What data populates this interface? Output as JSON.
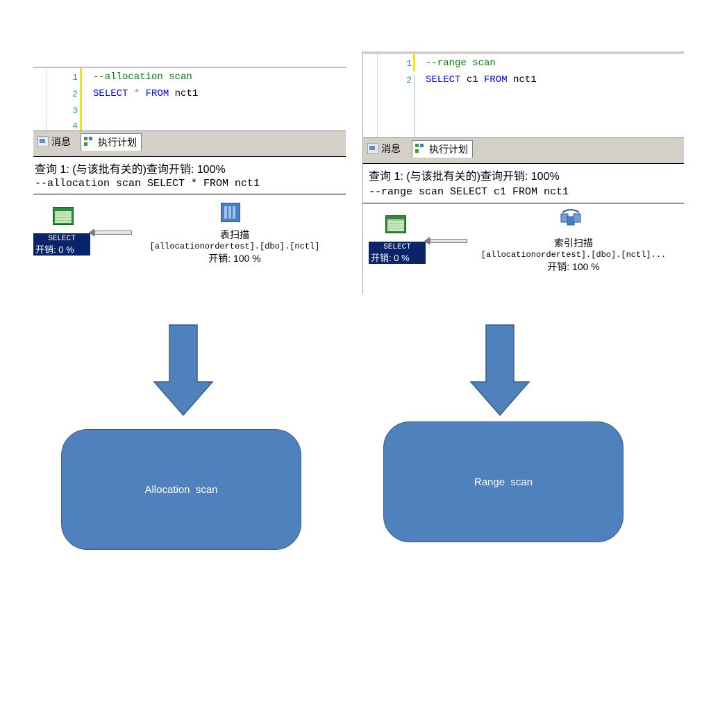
{
  "left": {
    "code_lines": [
      {
        "num": "1",
        "text": "--allocation scan",
        "kind": "comment"
      },
      {
        "num": "2",
        "kw1": "SELECT",
        "mid": " * ",
        "kw2": "FROM",
        "rest": " nct1"
      },
      {
        "num": "3"
      },
      {
        "num": "4"
      }
    ],
    "tabs": {
      "messages": "消息",
      "plan": "执行计划"
    },
    "query_header": "查询 1: (与该批有关的)查询开销: 100%",
    "query_sql": "--allocation scan SELECT * FROM nct1",
    "select_node": {
      "label": "SELECT",
      "cost": "开销: 0 %"
    },
    "operator": {
      "name": "表扫描",
      "object": "[allocationordertest].[dbo].[nctl]",
      "cost": "开销: 100 %"
    },
    "flow_label": "Allocation  scan"
  },
  "right": {
    "code_lines": [
      {
        "num": "1",
        "text": "--range scan",
        "kind": "comment"
      },
      {
        "num": "2",
        "kw1": "SELECT",
        "mid": " c1 ",
        "kw2": "FROM",
        "rest": " nct1"
      }
    ],
    "tabs": {
      "messages": "消息",
      "plan": "执行计划"
    },
    "query_header": "查询 1: (与该批有关的)查询开销: 100%",
    "query_sql": "--range scan SELECT c1 FROM nct1",
    "select_node": {
      "label": "SELECT",
      "cost": "开销: 0 %"
    },
    "operator": {
      "name": "索引扫描",
      "object": "[allocationordertest].[dbo].[nctl]...",
      "cost": "开销: 100 %"
    },
    "flow_label": "Range  scan"
  },
  "colors": {
    "arrow_fill": "#4f81bd",
    "box_fill": "#4f81bd",
    "select_box": "#0a246a",
    "comment": "#008000",
    "keyword": "#0000ff"
  }
}
